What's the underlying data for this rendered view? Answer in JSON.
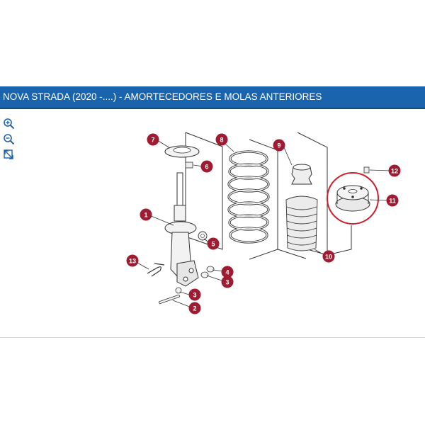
{
  "header": {
    "title": "NOVA STRADA (2020 -....) - AMORTECEDORES E MOLAS ANTERIORES"
  },
  "toolbar": {
    "icons": [
      "zoom-in-icon",
      "zoom-out-icon",
      "fit-to-screen-icon"
    ]
  },
  "callouts": [
    "1",
    "2",
    "3",
    "3",
    "4",
    "5",
    "6",
    "7",
    "8",
    "9",
    "10",
    "11",
    "12",
    "13"
  ],
  "colors": {
    "header_bg": "#1a64ad",
    "callout": "#9e1b32",
    "highlight": "#cc1f2f",
    "line": "#333333"
  }
}
